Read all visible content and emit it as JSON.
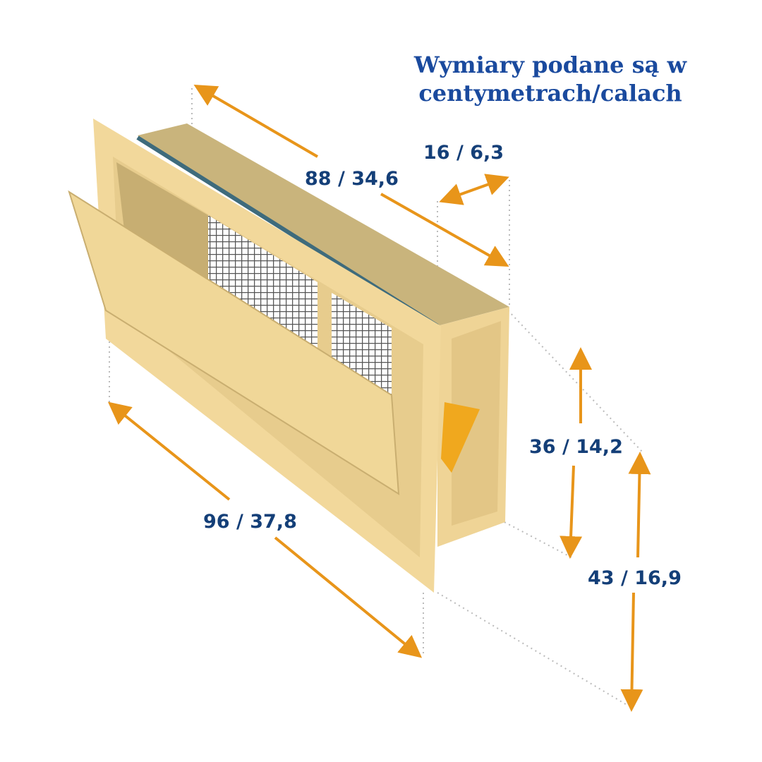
{
  "title": {
    "line1": "Wymiary podane są w",
    "line2": "centymetrach/calach"
  },
  "dimensions": {
    "depth_length": "88 / 34,6",
    "depth": "16 / 6,3",
    "inner_height": "36 / 14,2",
    "outer_height": "43 / 16,9",
    "outer_width": "96 / 37,8"
  },
  "colors": {
    "body": "#f0d596",
    "arrow": "#e8951a",
    "text": "#143f78"
  }
}
